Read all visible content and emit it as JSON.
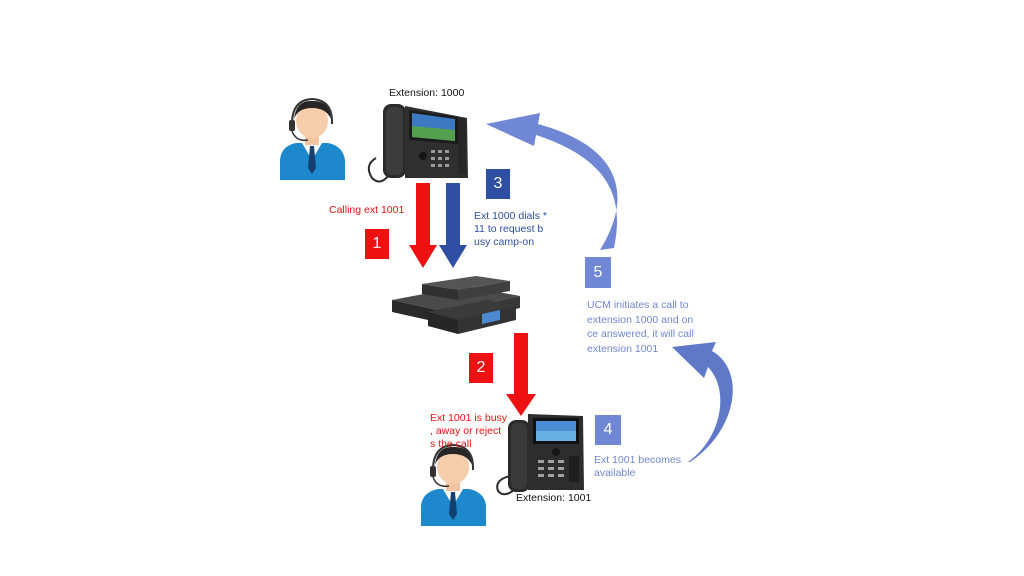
{
  "labels": {
    "extension_1000": "Extension: 1000",
    "extension_1001": "Extension: 1001",
    "calling": "Calling ext 1001",
    "dials": "Ext 1000 dials *\n11 to request b\nusy camp-on",
    "busy": "Ext 1001 is busy\n, away or reject\ns the call",
    "becomes_available": "Ext 1001 becomes\navailable",
    "ucm_initiates": "UCM initiates a call to\nextension 1000 and on\nce answered, it will call\nextension 1001"
  },
  "steps": {
    "s1": "1",
    "s2": "2",
    "s3": "3",
    "s4": "4",
    "s5": "5"
  },
  "colors": {
    "red": "#ee1111",
    "dark_blue": "#2e4fa3",
    "light_blue": "#6f87d4"
  }
}
